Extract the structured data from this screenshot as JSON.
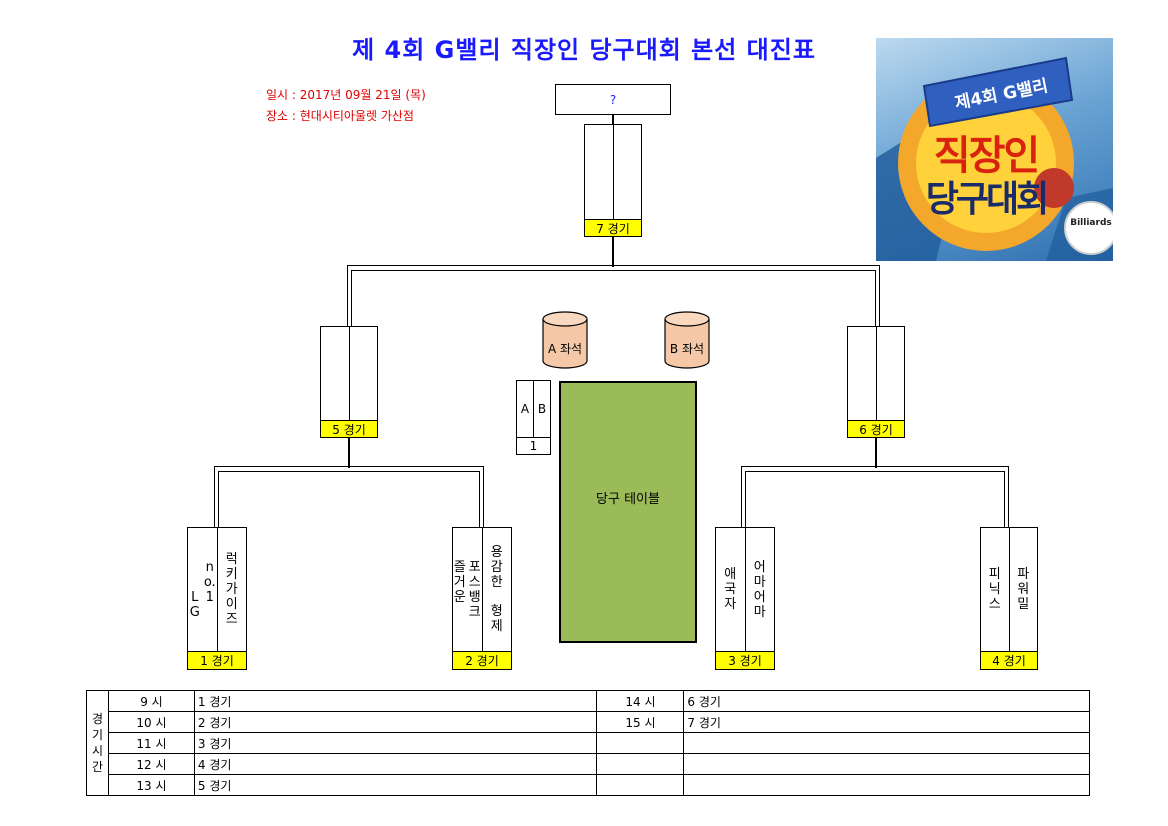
{
  "title": "제 4회 G밸리 직장인 당구대회 본선 대진표",
  "info": {
    "date": "일시 : 2017년 09월 21일 (목)",
    "venue": "장소 : 현대시티아울렛 가산점"
  },
  "winner_box": "?",
  "matches": {
    "m1": "1 경기",
    "m2": "2 경기",
    "m3": "3 경기",
    "m4": "4 경기",
    "m5": "5 경기",
    "m6": "6 경기",
    "m7": "7 경기"
  },
  "teams": {
    "t1a_col1": "LG",
    "t1a_col2": "no.1",
    "t1b": "럭키 가이즈",
    "t2a_col1": "즐거운",
    "t2a_col2": "포스뱅크",
    "t2b_col1": "용감한",
    "t2b_col2": "형제",
    "t3a": "애국자",
    "t3b": "어마어마",
    "t4a": "피닉스",
    "t4b": "파워밀"
  },
  "seats": {
    "a": "A 좌석",
    "b": "B 좌석"
  },
  "seat_legend": {
    "a": "A",
    "b": "B",
    "num": "1"
  },
  "billiard_table": "당구 테이블",
  "schedule": {
    "side_label": "경기시간",
    "left": [
      {
        "time": "9 시",
        "match": "1 경기"
      },
      {
        "time": "10 시",
        "match": "2 경기"
      },
      {
        "time": "11 시",
        "match": "3 경기"
      },
      {
        "time": "12 시",
        "match": "4 경기"
      },
      {
        "time": "13 시",
        "match": "5 경기"
      }
    ],
    "right": [
      {
        "time": "14 시",
        "match": "6 경기"
      },
      {
        "time": "15 시",
        "match": "7 경기"
      },
      {
        "time": "",
        "match": ""
      },
      {
        "time": "",
        "match": ""
      },
      {
        "time": "",
        "match": ""
      }
    ]
  },
  "poster": {
    "ribbon": "제4회 G밸리",
    "line1": "직장인",
    "line2": "당구대회",
    "ball": "Billiards"
  },
  "colors": {
    "title": "#1a1aff",
    "info": "#e00000",
    "match_label": "#ffff00",
    "table": "#9bbb59",
    "seat": "#f5c9a8"
  }
}
